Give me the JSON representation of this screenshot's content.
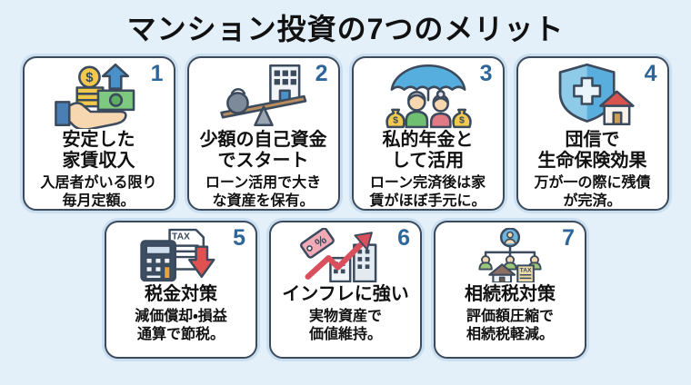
{
  "page": {
    "title": "マンション投資の7つのメリット",
    "background_color": "#e3eff9"
  },
  "colors": {
    "card_border": "#3b4a5c",
    "card_halo": "#c9dff0",
    "card_background": "#ffffff",
    "number_color": "#2f6699",
    "text_color": "#111111"
  },
  "cards": [
    {
      "number": "1",
      "icon": "hand-money-icon",
      "title": "安定した\n家賃収入",
      "desc": "入居者がいる限り\n毎月定額。"
    },
    {
      "number": "2",
      "icon": "seesaw-leverage-icon",
      "title": "少額の自己資金\nでスタート",
      "desc": "ローン活用で大き\nな資産を保有。"
    },
    {
      "number": "3",
      "icon": "retired-couple-umbrella-icon",
      "title": "私的年金と\nして活用",
      "desc": "ローン完済後は家\n賃がほぼ手元に。"
    },
    {
      "number": "4",
      "icon": "shield-house-icon",
      "title": "団信で\n生命保険効果",
      "desc": "万が一の際に残債\nが完済。"
    },
    {
      "number": "5",
      "icon": "calculator-tax-down-icon",
      "title": "税金対策",
      "desc": "減価償却・損益\n通算で節税。"
    },
    {
      "number": "6",
      "icon": "price-tag-growth-icon",
      "title": "インフレに強い",
      "desc": "実物資産で\n価値維持。"
    },
    {
      "number": "7",
      "icon": "family-tree-inheritance-icon",
      "title": "相続税対策",
      "desc": "評価額圧縮で\n相続税軽減。"
    }
  ]
}
